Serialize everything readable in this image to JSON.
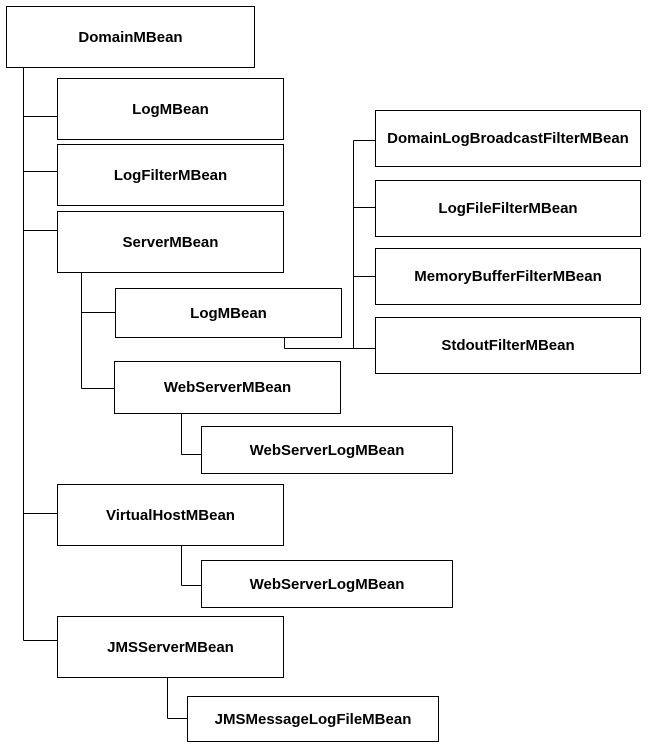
{
  "diagram": {
    "nodes": {
      "domain": "DomainMBean",
      "log1": "LogMBean",
      "logf": "LogFilterMBean",
      "server": "ServerMBean",
      "log2": "LogMBean",
      "websrv": "WebServerMBean",
      "wsl1": "WebServerLogMBean",
      "vhost": "VirtualHostMBean",
      "wsl2": "WebServerLogMBean",
      "jms": "JMSServerMBean",
      "jmsl": "JMSMessageLogFileMBean",
      "dlbf": "DomainLogBroadcastFilterMBean",
      "lff": "LogFileFilterMBean",
      "mbf": "MemoryBufferFilterMBean",
      "sof": "StdoutFilterMBean"
    },
    "edges": [
      [
        "domain",
        "log1"
      ],
      [
        "domain",
        "logf"
      ],
      [
        "domain",
        "server"
      ],
      [
        "domain",
        "vhost"
      ],
      [
        "domain",
        "jms"
      ],
      [
        "server",
        "log2"
      ],
      [
        "server",
        "websrv"
      ],
      [
        "websrv",
        "wsl1"
      ],
      [
        "vhost",
        "wsl2"
      ],
      [
        "jms",
        "jmsl"
      ],
      [
        "log2",
        "dlbf"
      ],
      [
        "log2",
        "lff"
      ],
      [
        "log2",
        "mbf"
      ],
      [
        "log2",
        "sof"
      ]
    ],
    "line_color": "#000000",
    "box_border_color": "#000000",
    "box_fill_color": "#ffffff"
  }
}
